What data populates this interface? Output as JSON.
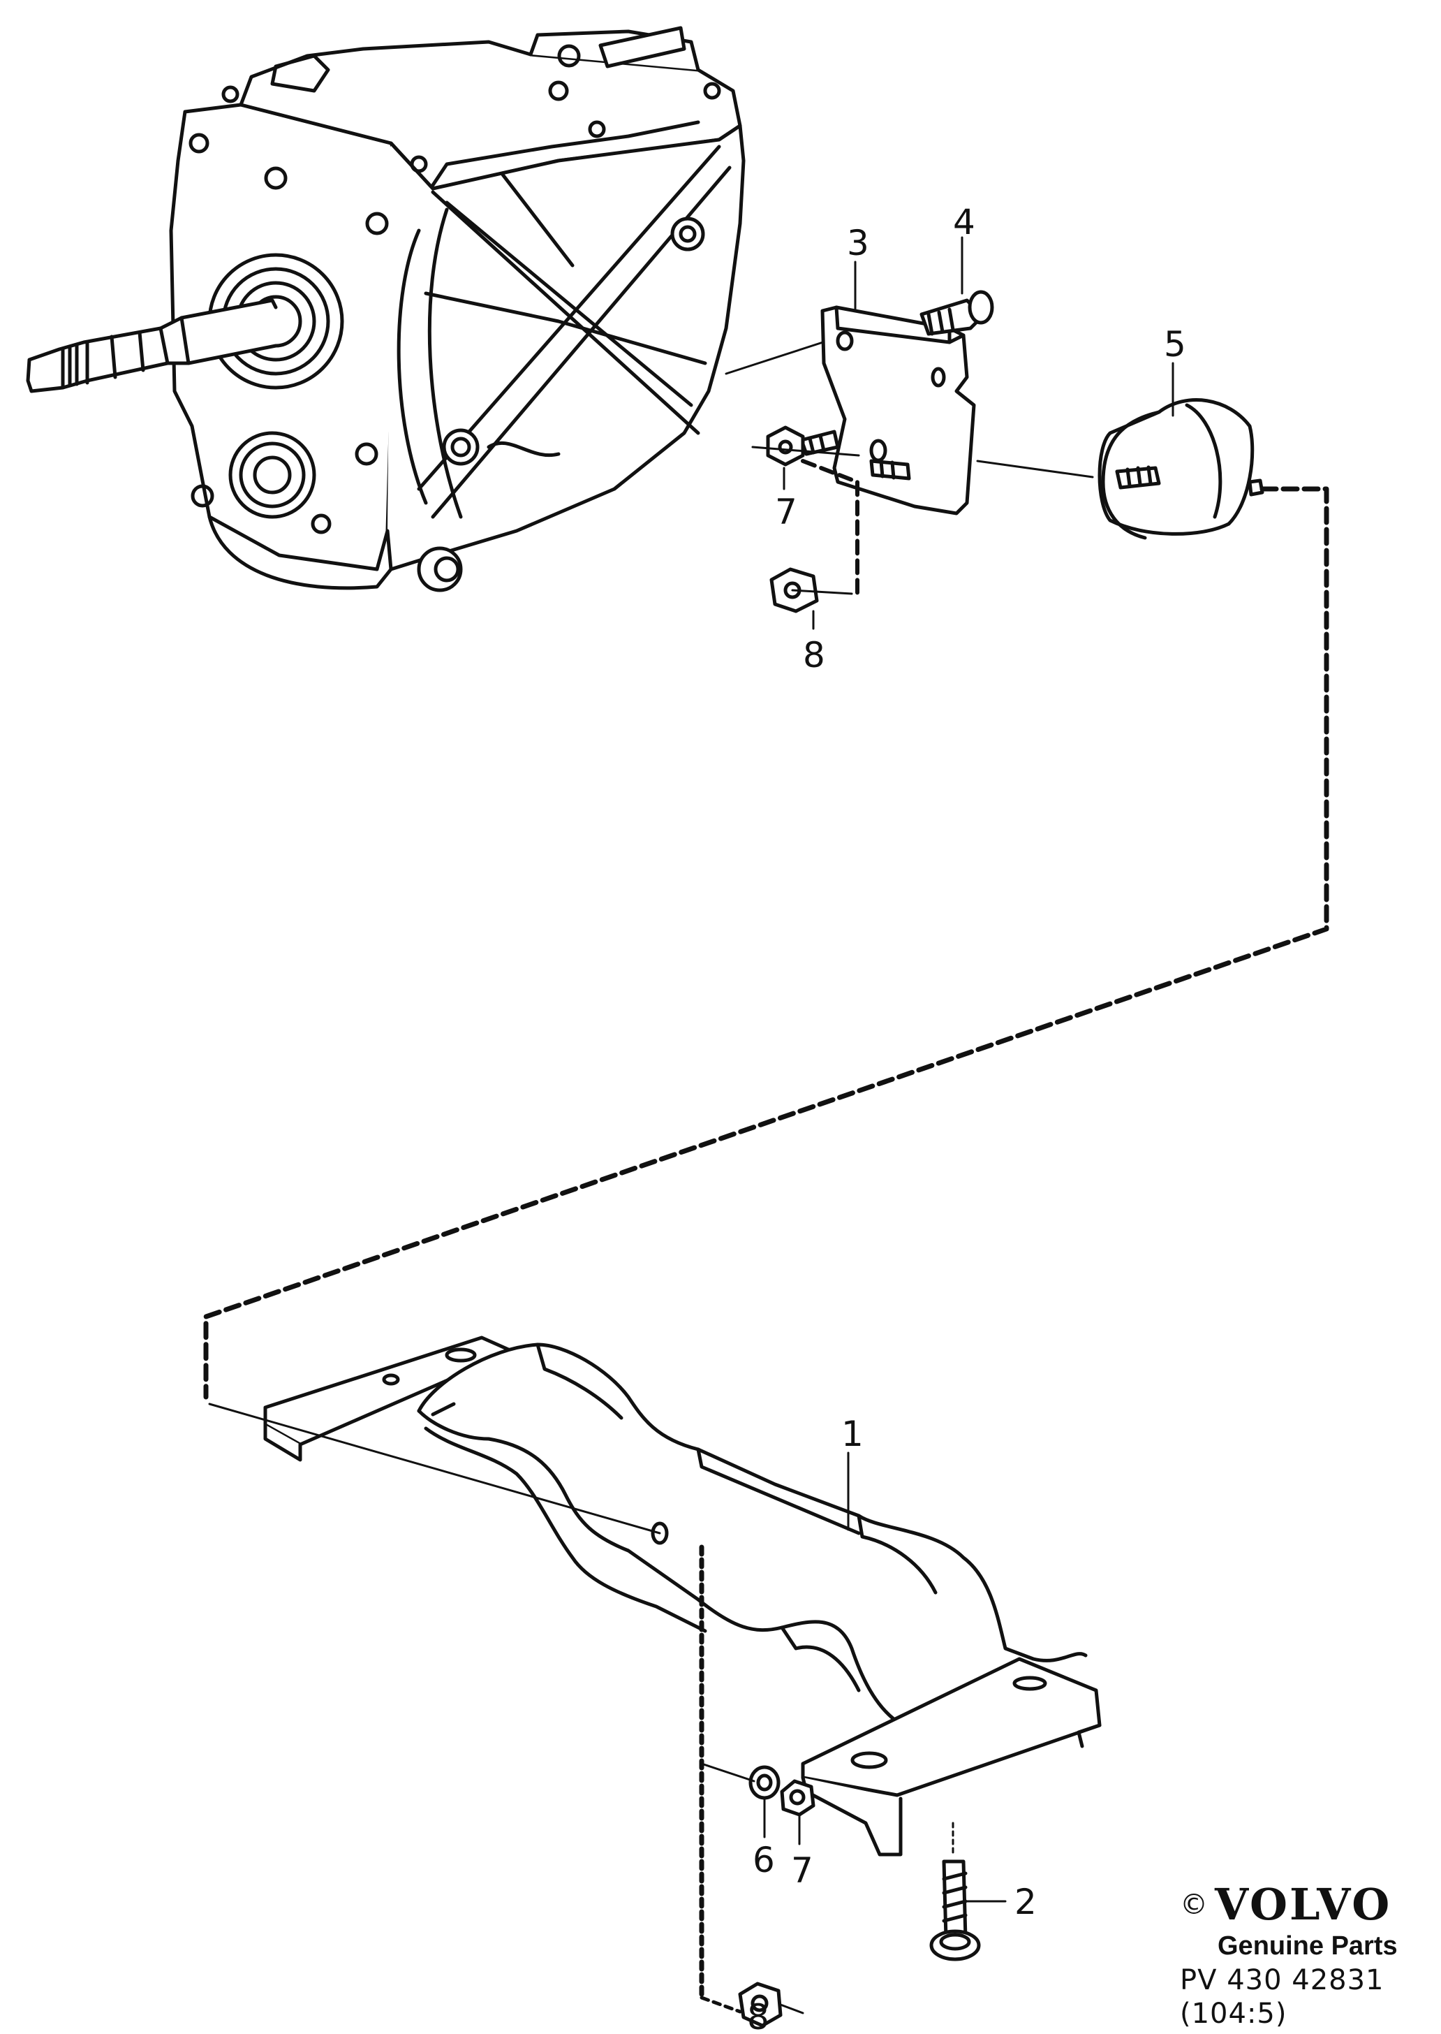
{
  "callouts": {
    "c1": "1",
    "c2": "2",
    "c3": "3",
    "c4": "4",
    "c5": "5",
    "c6": "6",
    "c7a": "7",
    "c7b": "7",
    "c8a": "8",
    "c8b": "8"
  },
  "logo": {
    "copyright": "©",
    "brand": "VOLVO",
    "genuine": "Genuine Parts",
    "part_number": "PV 430 42831",
    "page_ref": "(104:5)"
  }
}
